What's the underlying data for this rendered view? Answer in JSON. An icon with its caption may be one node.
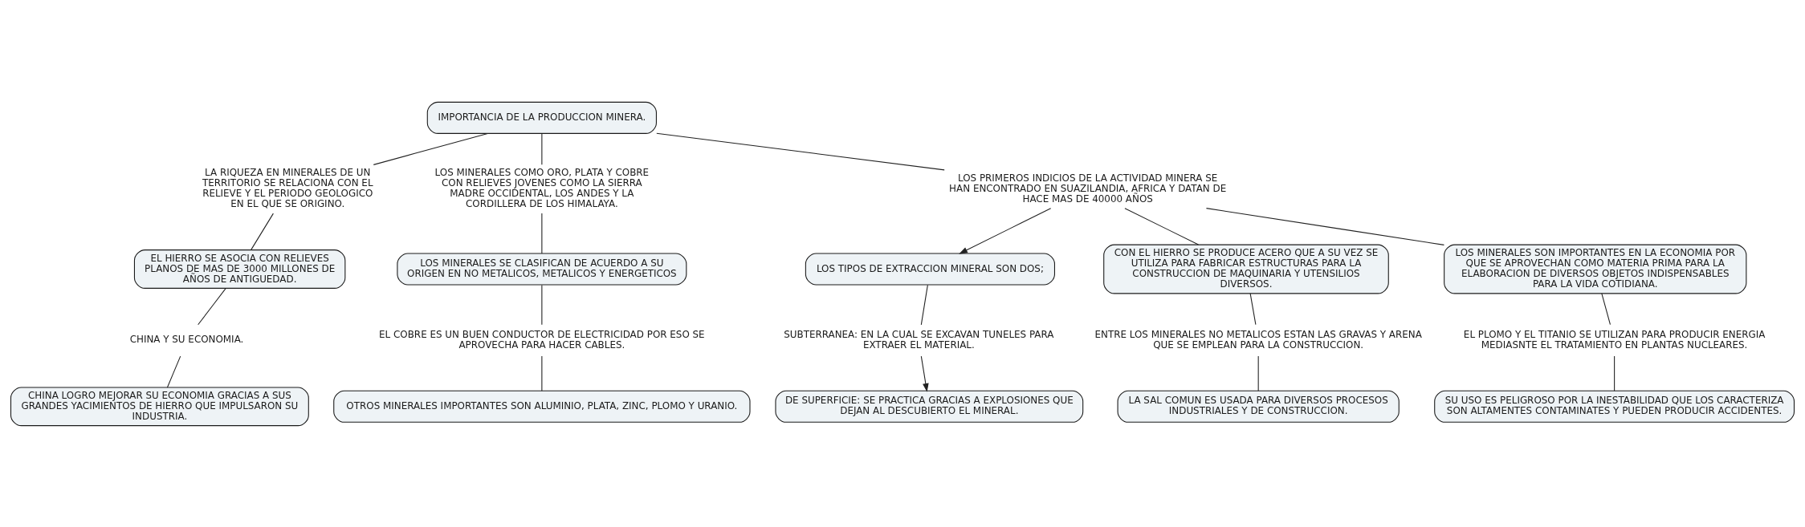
{
  "diagram": {
    "nodes": [
      {
        "text": [
          "IMPORTANCIA DE LA PRODUCCION MINERA."
        ]
      },
      {
        "text": [
          "LA RIQUEZA EN MINERALES DE UN TERRITORIO SE RELACIONA CON EL RELIEVE Y EL PERIODO GEOLOGICO EN EL QUE SE ORIGINO."
        ]
      },
      {
        "text": [
          "LOS MINERALES COMO ORO, PLATA Y COBRE CON RELIEVES JOVENES COMO LA SIERRA MADRE OCCIDENTAL, LOS ANDES Y LA CORDILLERA DE LOS HIMALAYA."
        ]
      },
      {
        "text": [
          "LOS PRIMEROS INDICIOS DE LA ACTIVIDAD MINERA SE HAN ENCONTRADO EN SUAZILANDIA, AFRICA Y DATAN DE HACE MAS DE 40000 AÑOS"
        ]
      },
      {
        "text": [
          "LOS TIPOS DE EXTRACCION MINERAL SON DOS;"
        ]
      },
      {
        "text": [
          "CON EL HIERRO SE PRODUCE ACERO QUE A SU VEZ SE UTILIZA PARA FABRICAR ESTRUCTURAS PARA LA CONSTRUCCION DE MAQUINARIA Y UTENSILIOS DIVERSOS."
        ]
      },
      {
        "text": [
          "LOS MINERALES SON IMPORTANTES EN LA ECONOMIA POR QUE SE APROVECHAN COMO MATERIA PRIMA PARA LA ELABORACION DE DIVERSOS OBJETOS INDISPENSABLES PARA LA VIDA COTIDIANA."
        ]
      },
      {
        "text": [
          "DE SUPERFICIE: SE PRACTICA GRACIAS A EXPLOSIONES QUE DEJAN AL DESCUBIERTO EL MINERAL."
        ]
      },
      {
        "text": [
          "SUBTERRANEA: EN LA CUAL SE EXCAVAN TUNELES PARA EXTRAER EL MATERIAL."
        ]
      },
      {
        "text": [
          "EL HIERRO SE ASOCIA CON RELIEVES PLANOS DE MAS DE 3000 MILLONES DE AÑOS DE ANTIGUEDAD."
        ]
      },
      {
        "text": [
          "LOS MINERALES SE CLASIFICAN DE ACUERDO A SU ORIGEN EN NO METALICOS, METALICOS Y ENERGETICOS"
        ]
      },
      {
        "text": [
          "EL PLOMO Y EL TITANIO SE UTILIZAN PARA PRODUCIR ENERGIA MEDIASNTE EL TRATAMIENTO EN PLANTAS NUCLEARES."
        ]
      },
      {
        "text": [
          "ENTRE LOS MINERALES NO METALICOS ESTAN LAS GRAVAS Y ARENA QUE SE EMPLEAN PARA LA CONSTRUCCION."
        ]
      },
      {
        "text": [
          "CHINA Y SU ECONOMIA."
        ]
      },
      {
        "text": [
          "EL COBRE ES UN BUEN CONDUCTOR DE ELECTRICIDAD POR ESO SE APROVECHA PARA HACER CABLES."
        ]
      },
      {
        "text": [
          "SU USO ES PELIGROSO POR LA INESTABILIDAD QUE LOS CARACTERIZA SON ALTAMENTES CONTAMINATES Y PUEDEN PRODUCIR ACCIDENTES."
        ]
      },
      {
        "text": [
          "CHINA LOGRO MEJORAR SU ECONOMIA GRACIAS A SUS GRANDES YACIMIENTOS DE HIERRO QUE IMPULSARON SU INDUSTRIA."
        ]
      },
      {
        "text": [
          "LA SAL COMUN ES USADA PARA DIVERSOS PROCESOS INDUSTRIALES Y DE CONSTRUCCION."
        ]
      },
      {
        "text": [
          "OTROS MINERALES IMPORTANTES SON ALUMINIO, PLATA, ZINC, PLOMO Y URANIO."
        ]
      }
    ],
    "edges": [
      {
        "from": 0,
        "to": 1,
        "arrow": "none"
      },
      {
        "from": 1,
        "to": 9,
        "arrow": "none"
      },
      {
        "from": 9,
        "to": 13,
        "arrow": "none"
      },
      {
        "from": 13,
        "to": 16,
        "arrow": "none"
      },
      {
        "from": 0,
        "to": 2,
        "arrow": "none"
      },
      {
        "from": 2,
        "to": 10,
        "arrow": "none"
      },
      {
        "from": 10,
        "to": 14,
        "arrow": "none"
      },
      {
        "from": 14,
        "to": 18,
        "arrow": "none"
      },
      {
        "from": 0,
        "to": 3,
        "arrow": "none"
      },
      {
        "from": 3,
        "to": 4,
        "arrow": "to"
      },
      {
        "from": 3,
        "to": 6,
        "arrow": "none"
      },
      {
        "from": 3,
        "to": 5,
        "arrow": "none"
      },
      {
        "from": 6,
        "to": 11,
        "arrow": "none"
      },
      {
        "from": 11,
        "to": 15,
        "arrow": "none"
      },
      {
        "from": 5,
        "to": 12,
        "arrow": "none"
      },
      {
        "from": 12,
        "to": 17,
        "arrow": "none"
      },
      {
        "from": 4,
        "to": 8,
        "arrow": "none"
      },
      {
        "from": 8,
        "to": 7,
        "arrow": "to"
      }
    ]
  }
}
